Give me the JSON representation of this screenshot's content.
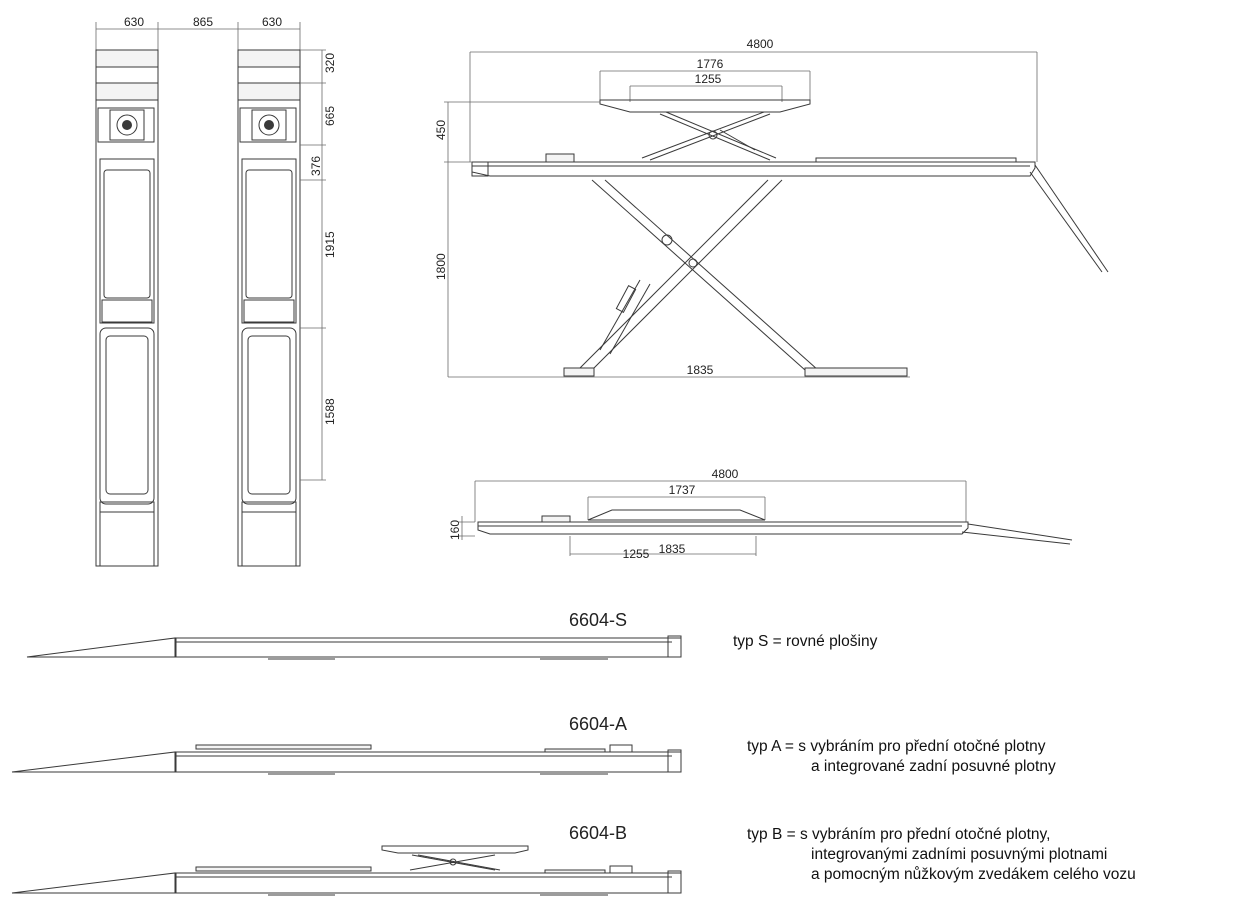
{
  "top_view": {
    "dims": {
      "col_width_left": "630",
      "gap": "865",
      "col_width_right": "630",
      "seg1": "320",
      "seg2": "665",
      "seg3": "376",
      "seg4": "1915",
      "seg5": "1588"
    }
  },
  "side_view_raised": {
    "dims": {
      "length": "4800",
      "aux_length": "1776",
      "aux_plate": "1255",
      "aux_height": "450",
      "height": "1800",
      "base": "1835"
    }
  },
  "side_view_lowered": {
    "dims": {
      "length": "4800",
      "aux": "1737",
      "height": "160",
      "plate": "1255",
      "base": "1835"
    }
  },
  "types": [
    {
      "model": "6604-S",
      "desc_lines": [
        "typ S = rovné plošiny"
      ]
    },
    {
      "model": "6604-A",
      "desc_lines": [
        "typ A = s vybráním pro přední otočné plotny",
        "a integrované zadní posuvné plotny"
      ]
    },
    {
      "model": "6604-B",
      "desc_lines": [
        "typ B = s vybráním pro přední otočné plotny,",
        "integrovanými zadními posuvnými plotnami",
        "a pomocným nůžkovým zvedákem celého vozu"
      ]
    }
  ]
}
